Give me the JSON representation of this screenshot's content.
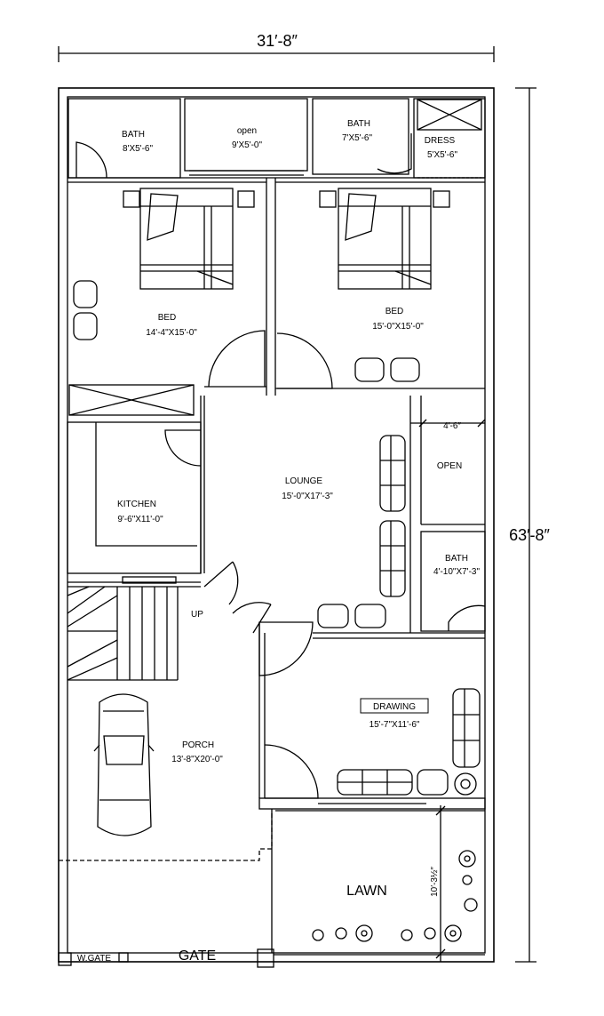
{
  "dimensions": {
    "overall_width": "31′-8″",
    "overall_depth": "63′-8″",
    "open_width": "4′-6″",
    "lawn_depth": "10′-3½″"
  },
  "rooms": {
    "bath1": {
      "name": "BATH",
      "size": "8'X5'-6\""
    },
    "open_top": {
      "name": "open",
      "size": "9'X5'-0\""
    },
    "bath2": {
      "name": "BATH",
      "size": "7'X5'-6\""
    },
    "dress": {
      "name": "DRESS",
      "size": "5'X5'-6\""
    },
    "bed1": {
      "name": "BED",
      "size": "14'-4\"X15'-0\""
    },
    "bed2": {
      "name": "BED",
      "size": "15'-0\"X15'-0\""
    },
    "lounge": {
      "name": "LOUNGE",
      "size": "15'-0\"X17'-3\""
    },
    "open_side": {
      "name": "OPEN"
    },
    "kitchen": {
      "name": "KITCHEN",
      "size": "9'-6\"X11'-0\""
    },
    "bath3": {
      "name": "BATH",
      "size": "4'-10\"X7'-3\""
    },
    "drawing": {
      "name": "DRAWING",
      "size": "15'-7\"X11'-6\""
    },
    "porch": {
      "name": "PORCH",
      "size": "13'-8\"X20'-0\""
    }
  },
  "labels": {
    "stairs_up": "UP",
    "lawn": "LAWN",
    "gate": "GATE",
    "wicket_gate": "W.GATE"
  }
}
